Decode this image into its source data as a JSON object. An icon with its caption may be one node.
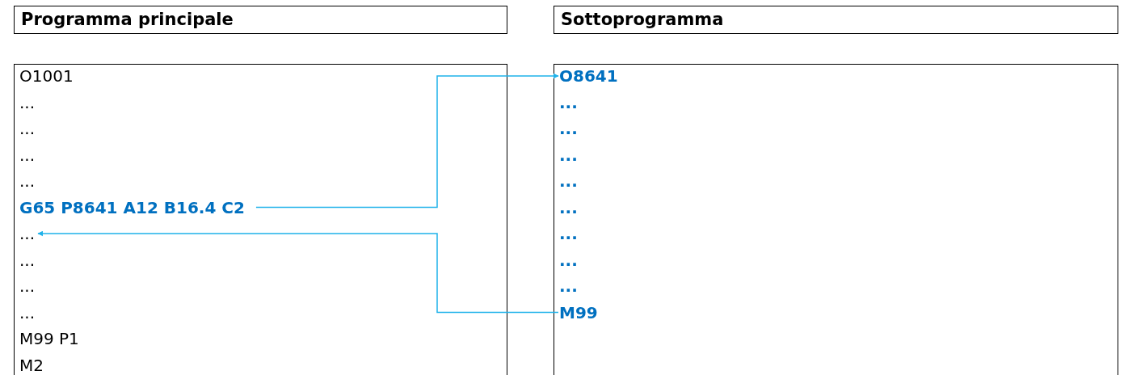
{
  "diagram": {
    "nodes": [
      {
        "text": [
          "Programma principale"
        ]
      },
      {
        "text": [
          "Sottoprogramma"
        ]
      },
      {
        "text": [],
        "shape": "box"
      },
      {
        "text": [
          "O1001"
        ],
        "in": 2
      },
      {
        "text": [
          "..."
        ],
        "in": 2
      },
      {
        "text": [
          "..."
        ],
        "in": 2
      },
      {
        "text": [
          "..."
        ],
        "in": 2
      },
      {
        "text": [
          "..."
        ],
        "in": 2
      },
      {
        "text": [
          "G65 P8641 A12 B16.4 C2"
        ],
        "in": 2
      },
      {
        "text": [
          "..."
        ],
        "in": 2
      },
      {
        "text": [
          "..."
        ],
        "in": 2
      },
      {
        "text": [
          "..."
        ],
        "in": 2
      },
      {
        "text": [
          "..."
        ],
        "in": 2
      },
      {
        "text": [
          "M99 P1"
        ],
        "in": 2
      },
      {
        "text": [
          "M2"
        ],
        "in": 2
      },
      {
        "text": [],
        "shape": "box"
      },
      {
        "text": [
          "O8641"
        ],
        "in": 15
      },
      {
        "text": [
          "..."
        ],
        "in": 15
      },
      {
        "text": [
          "..."
        ],
        "in": 15
      },
      {
        "text": [
          "..."
        ],
        "in": 15
      },
      {
        "text": [
          "..."
        ],
        "in": 15
      },
      {
        "text": [
          "..."
        ],
        "in": 15
      },
      {
        "text": [
          "..."
        ],
        "in": 15
      },
      {
        "text": [
          "..."
        ],
        "in": 15
      },
      {
        "text": [
          "..."
        ],
        "in": 15
      },
      {
        "text": [
          "M99"
        ],
        "in": 15
      }
    ],
    "edges": [
      {
        "from": 8,
        "to": 16,
        "arrow": "to"
      },
      {
        "from": 25,
        "to": 9,
        "arrow": "to"
      }
    ]
  }
}
